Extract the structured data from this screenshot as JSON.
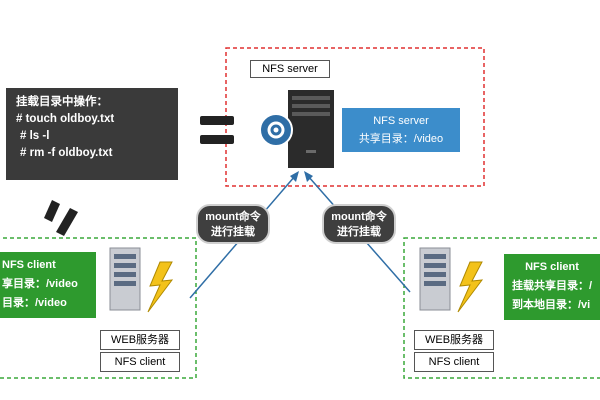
{
  "command_box": {
    "lines": [
      "挂载目录中操作：",
      "# touch oldboy.txt",
      "# ls -l",
      "# rm -f oldboy.txt"
    ]
  },
  "nfs_server": {
    "title": "NFS server",
    "label_line1": "NFS server",
    "label_line2": "共享目录：/video"
  },
  "mount_left": {
    "line1": "mount命令",
    "line2": "进行挂载"
  },
  "mount_right": {
    "line1": "mount命令",
    "line2": "进行挂载"
  },
  "client_left": {
    "line1": "NFS client",
    "line2": "享目录：/video",
    "line3": "目录：/video",
    "tag_web": "WEB服务器",
    "tag_nfs": "NFS client"
  },
  "client_right": {
    "line1": "NFS client",
    "line2": "挂载共享目录：/",
    "line3": "到本地目录：/vi",
    "tag_web": "WEB服务器",
    "tag_nfs": "NFS client"
  },
  "colors": {
    "server_border": "#e03030",
    "client_border": "#3aa83a",
    "label_blue": "#3c8dcb",
    "client_green": "#2e9a2e",
    "arrow_blue": "#2f6ea6"
  }
}
